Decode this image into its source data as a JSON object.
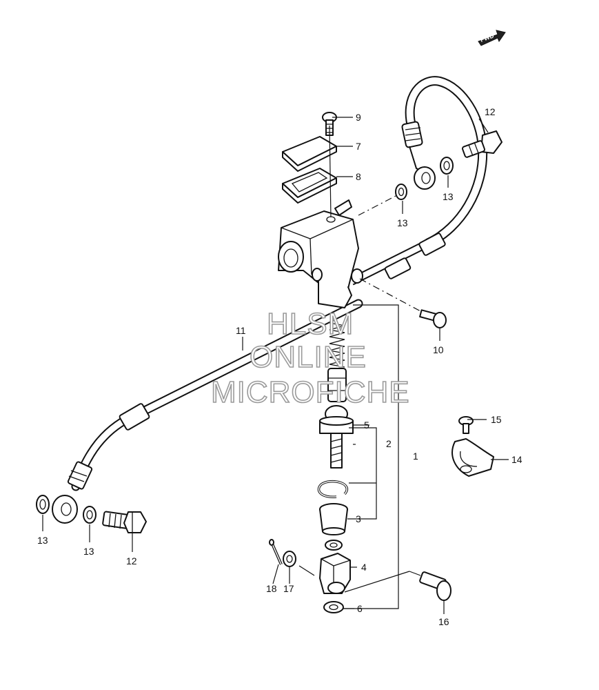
{
  "diagram": {
    "fwd_label": "FWD",
    "watermark": [
      "HLSM",
      "ONLINE",
      "MICROFICHE"
    ],
    "callouts": {
      "c1": "1",
      "c2": "2",
      "c3": "3",
      "c4": "4",
      "c5": "5",
      "c6": "6",
      "c7": "7",
      "c8": "8",
      "c9": "9",
      "c10": "10",
      "c11": "11",
      "c12a": "12",
      "c12b": "12",
      "c13a": "13",
      "c13b": "13",
      "c13c": "13",
      "c13d": "13",
      "c14": "14",
      "c15": "15",
      "c16": "16",
      "c17": "17",
      "c18": "18"
    },
    "colors": {
      "line": "#111111",
      "watermark_stroke": "#9a9a9a",
      "background": "#ffffff"
    }
  }
}
